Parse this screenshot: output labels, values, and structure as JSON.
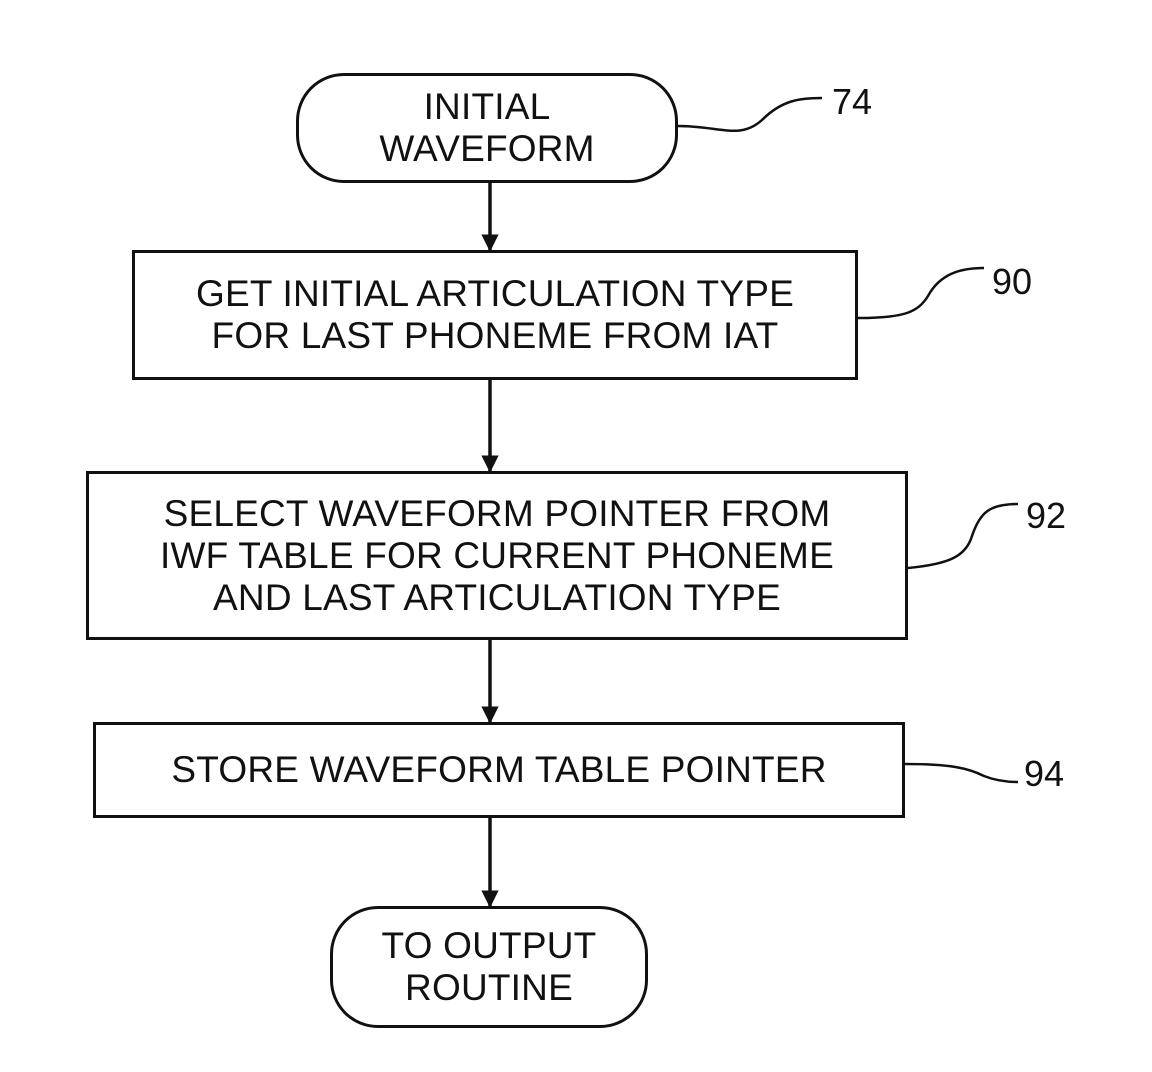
{
  "nodes": {
    "start": {
      "lines": [
        "INITIAL",
        "WAVEFORM"
      ],
      "ref": "74"
    },
    "step1": {
      "lines": [
        "GET INITIAL ARTICULATION TYPE",
        "FOR LAST PHONEME FROM IAT"
      ],
      "ref": "90"
    },
    "step2": {
      "lines": [
        "SELECT WAVEFORM POINTER FROM",
        "IWF TABLE FOR CURRENT PHONEME",
        "AND LAST ARTICULATION TYPE"
      ],
      "ref": "92"
    },
    "step3": {
      "lines": [
        "STORE WAVEFORM TABLE POINTER"
      ],
      "ref": "94"
    },
    "end": {
      "lines": [
        "TO OUTPUT",
        "ROUTINE"
      ]
    }
  },
  "style": {
    "stroke_color": "#111111",
    "background_color": "#ffffff"
  }
}
